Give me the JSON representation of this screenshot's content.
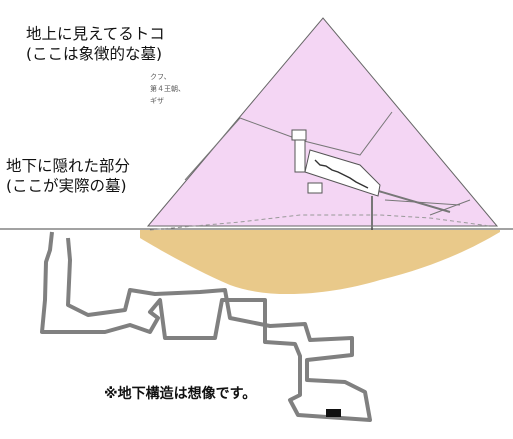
{
  "labels": {
    "above_ground_line1": "地上に見えてるトコ",
    "above_ground_line2": "(ここは象徴的な墓)",
    "underground_line1": "地下に隠れた部分",
    "underground_line2": "(ここが実際の墓)",
    "pyramid_caption_1": "クフ、",
    "pyramid_caption_2": "第４王朝、",
    "pyramid_caption_3": "ギザ",
    "note": "※地下構造は想像です。"
  },
  "colors": {
    "pyramid_fill": "#f4d6f4",
    "sand_fill": "#e9c98a",
    "tunnel_stroke": "#808080",
    "chamber_dark": "#111111"
  }
}
